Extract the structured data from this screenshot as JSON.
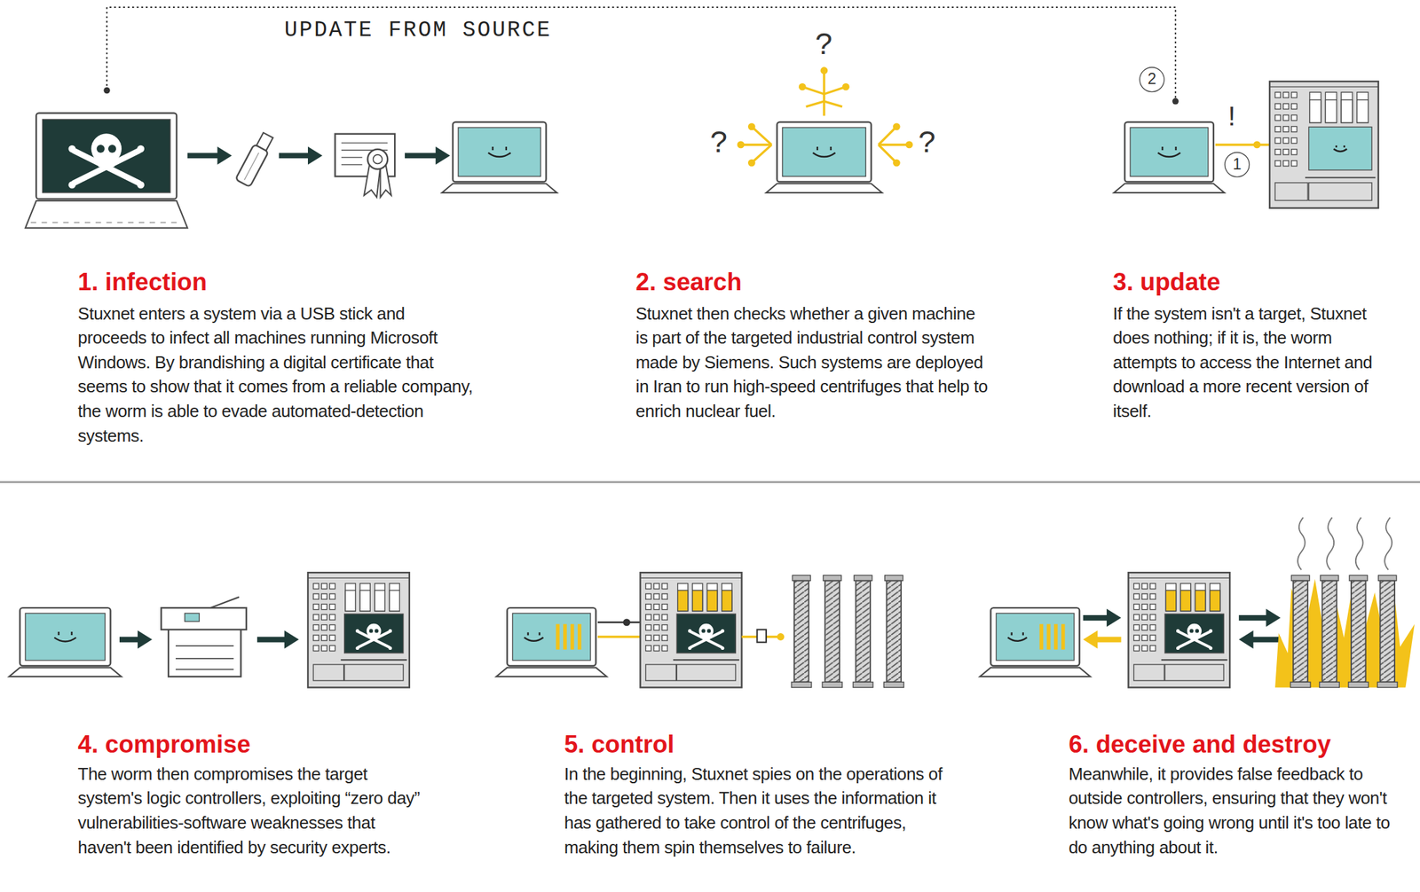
{
  "diagram": {
    "labels": [
      "UPDATE FROM SOURCE",
      "?",
      "?",
      "?",
      "2",
      "!",
      "1",
      "1. infection",
      "Stuxnet enters a system via a USB stick and proceeds to infect all machines running Microsoft Windows. By brandishing a digital certificate that seems to show that it comes from a reliable company, the worm is able to evade automated-detection systems.",
      "2. search",
      "Stuxnet then checks whether a given machine is part of the targeted industrial control system made by Siemens. Such systems are deployed in Iran to run high-speed centrifuges that help to enrich nuclear fuel.",
      "3. update",
      "If the system isn't a target, Stuxnet does nothing; if it is, the worm attempts to access the Internet and download a more recent version of itself.",
      "4. compromise",
      "The worm then compromises the target system's logic controllers, exploiting “zero day” vulnerabilities-software weaknesses that haven't been identified by security experts.",
      "5. control",
      "In the beginning, Stuxnet spies on the operations of the targeted system. Then it uses the information it has gathered to take control of the centrifuges, making them spin themselves to failure.",
      "6. deceive and destroy",
      "Meanwhile, it provides false feedback to outside controllers, ensuring that they won't know what's going wrong until it's too late to do anything about it."
    ]
  }
}
